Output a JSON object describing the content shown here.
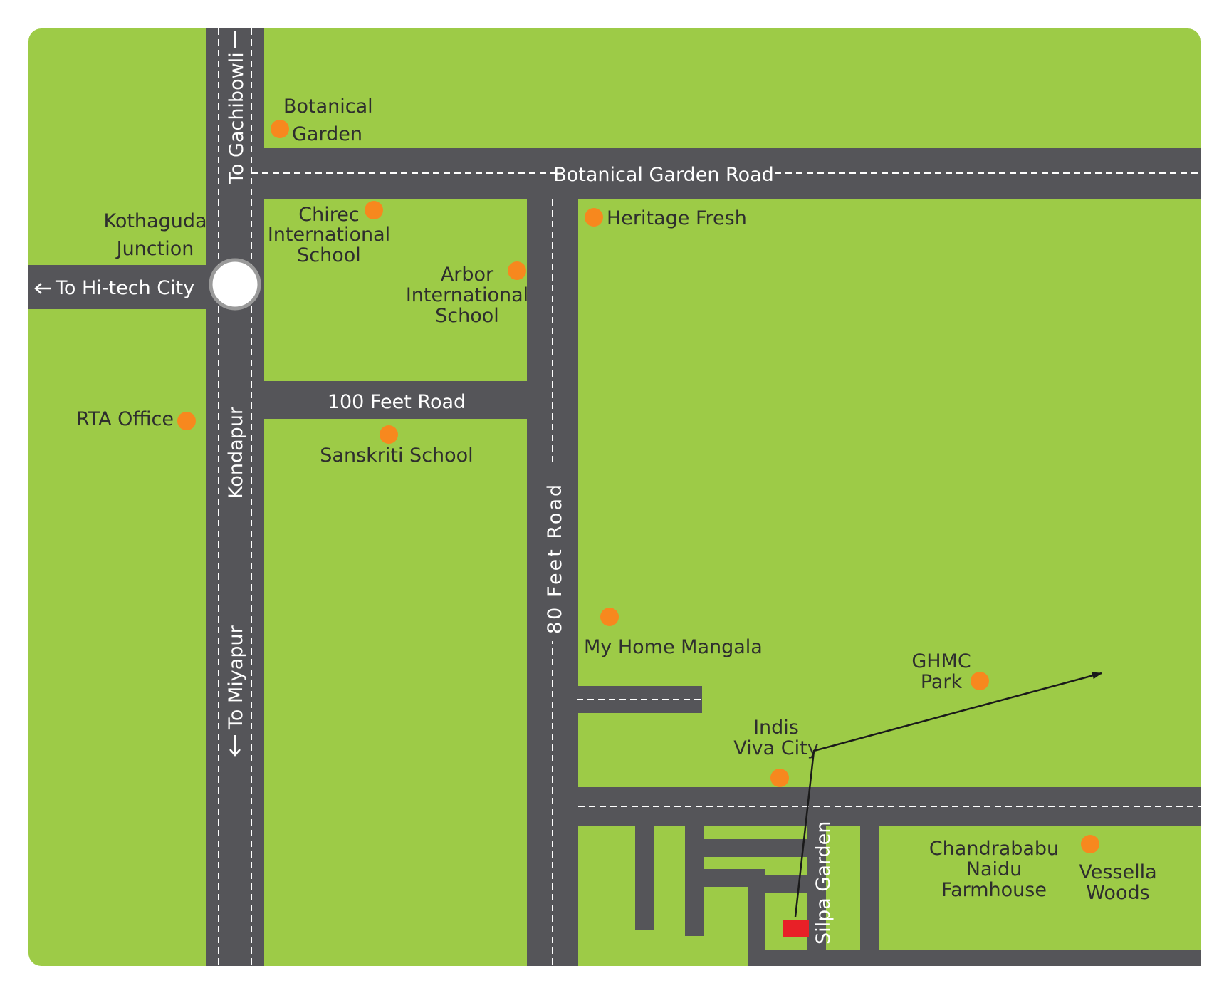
{
  "colors": {
    "land": "#9dcb47",
    "road": "#555559",
    "lane": "#ffffff",
    "poi": "#f7881e",
    "site": "#e82027",
    "arrow": "#1a1a1a"
  },
  "roads": {
    "to_gachibowli": "To Gachibowli",
    "to_hitech_city": "To Hi-tech City",
    "botanical_garden_road": "Botanical Garden Road",
    "hundred_feet_road": "100 Feet Road",
    "kondapur": "Kondapur",
    "to_miyapur": "To Miyapur",
    "eighty_feet_road": "80 Feet Road",
    "silpa_garden": "Silpa Garden"
  },
  "junction": {
    "line1": "Kothaguda",
    "line2": "Junction"
  },
  "places": {
    "botanical_garden": [
      "Botanical",
      "Garden"
    ],
    "chirec": [
      "Chirec",
      "International",
      "School"
    ],
    "arbor": [
      "Arbor",
      "International",
      "School"
    ],
    "heritage_fresh": "Heritage Fresh",
    "rta_office": "RTA Office",
    "sanskriti_school": "Sanskriti School",
    "my_home_mangala": "My Home Mangala",
    "ghmc_park": [
      "GHMC",
      "Park"
    ],
    "indis_viva_city": [
      "Indis",
      "Viva City"
    ],
    "chandrababu_naidu_farmhouse": [
      "Chandrababu",
      "Naidu",
      "Farmhouse"
    ],
    "vessella_woods": [
      "Vessella",
      "Woods"
    ]
  }
}
